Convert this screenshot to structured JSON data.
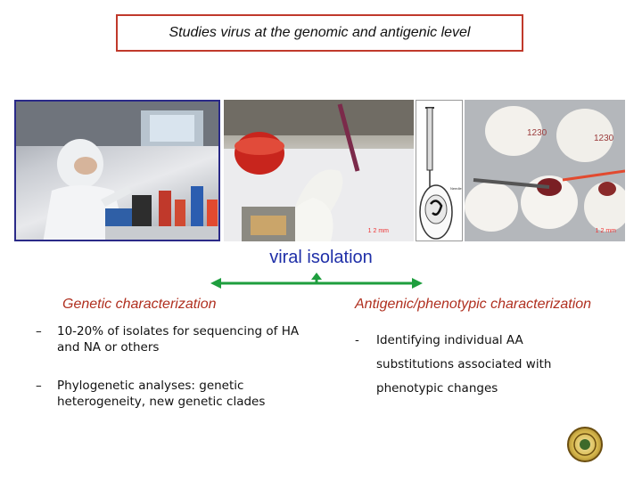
{
  "title": "Studies virus at the genomic and antigenic  level",
  "center_label": "viral isolation",
  "left": {
    "heading": "Genetic characterization",
    "bullets": [
      {
        "mark": "–",
        "text": "10-20% of isolates for sequencing of HA and NA  or others"
      },
      {
        "mark": "–",
        "text": "Phylogenetic analyses: genetic heterogeneity, new genetic clades"
      }
    ]
  },
  "right": {
    "heading": "Antigenic/phenotypic characterization",
    "bullets": [
      {
        "mark": "-",
        "text": "Identifying individual AA substitutions associated with phenotypic changes"
      }
    ]
  },
  "photo_scale_labels": {
    "p2": "1 2 mm",
    "p4": "1 2 mm"
  },
  "colors": {
    "title_border": "#c0392b",
    "heading": "#b03020",
    "center_label": "#1f2fa8",
    "arrow": "#1e9e3e"
  }
}
